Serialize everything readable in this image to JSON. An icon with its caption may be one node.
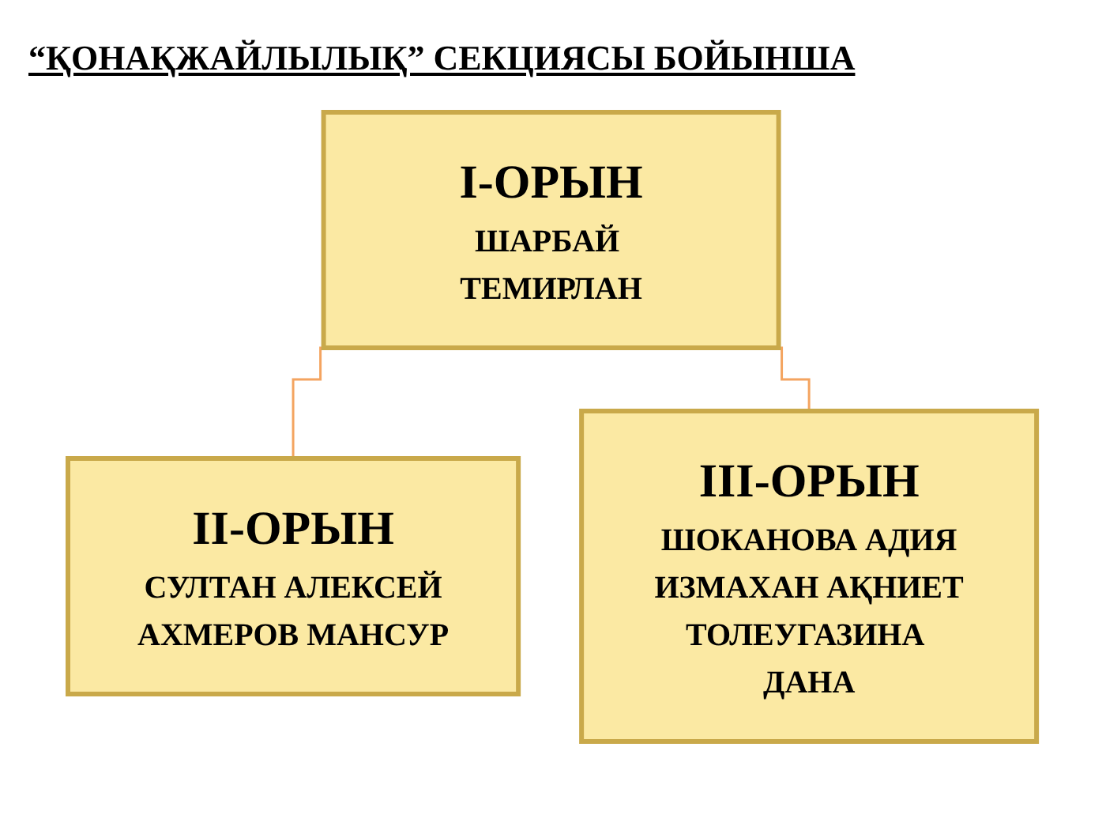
{
  "diagram": {
    "title": "“ҚОНАҚЖАЙЛЫЛЫҚ” СЕКЦИЯСЫ БОЙЫНША",
    "nodes": [
      {
        "text": [
          "I-ОРЫН",
          "ШАРБАЙ ТЕМИРЛАН"
        ]
      },
      {
        "text": [
          "II-ОРЫН",
          "СУЛТАН АЛЕКСЕЙ",
          "АХМЕРОВ МАНСУР"
        ]
      },
      {
        "text": [
          "III-ОРЫН",
          "ШОКАНОВА АДИЯ",
          "ИЗМАХАН АҚНИЕТ",
          "ТОЛЕУГАЗИНА ДАНА"
        ]
      }
    ],
    "edges": [
      {
        "from": 0,
        "to": 1,
        "arrow": "none"
      },
      {
        "from": 0,
        "to": 2,
        "arrow": "none"
      }
    ]
  }
}
